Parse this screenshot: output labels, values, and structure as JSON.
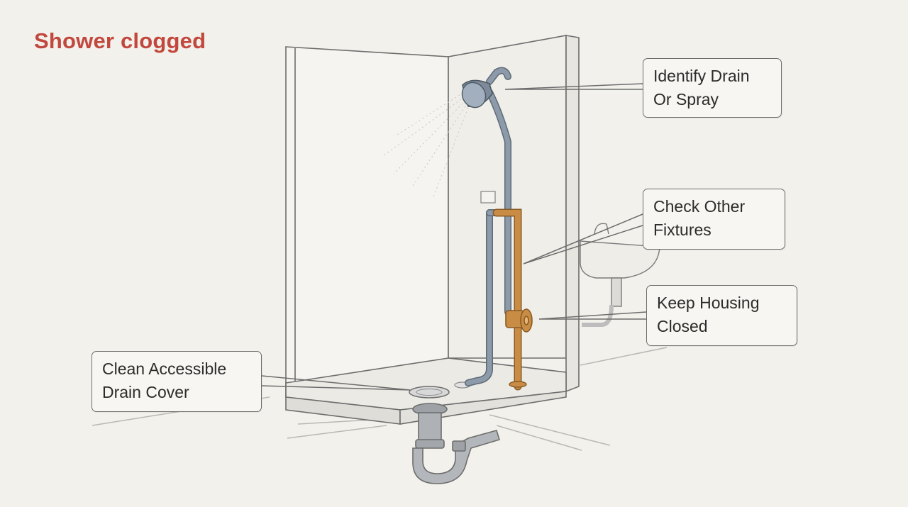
{
  "title": "Shower clogged",
  "callouts": {
    "identify": {
      "line1": "Identify Drain",
      "line2": "Or Spray"
    },
    "check": {
      "line1": "Check Other",
      "line2": "Fixtures"
    },
    "keep": {
      "line1": "Keep Housing",
      "line2": "Closed"
    },
    "clean": {
      "line1": "Clean Accessible",
      "line2": "Drain Cover"
    }
  },
  "colors": {
    "title": "#c2483d",
    "water_pipe": "#8c9aaa",
    "brass_pipe": "#c98c45",
    "outline": "#6d6d6d",
    "background": "#f2f1ec"
  }
}
